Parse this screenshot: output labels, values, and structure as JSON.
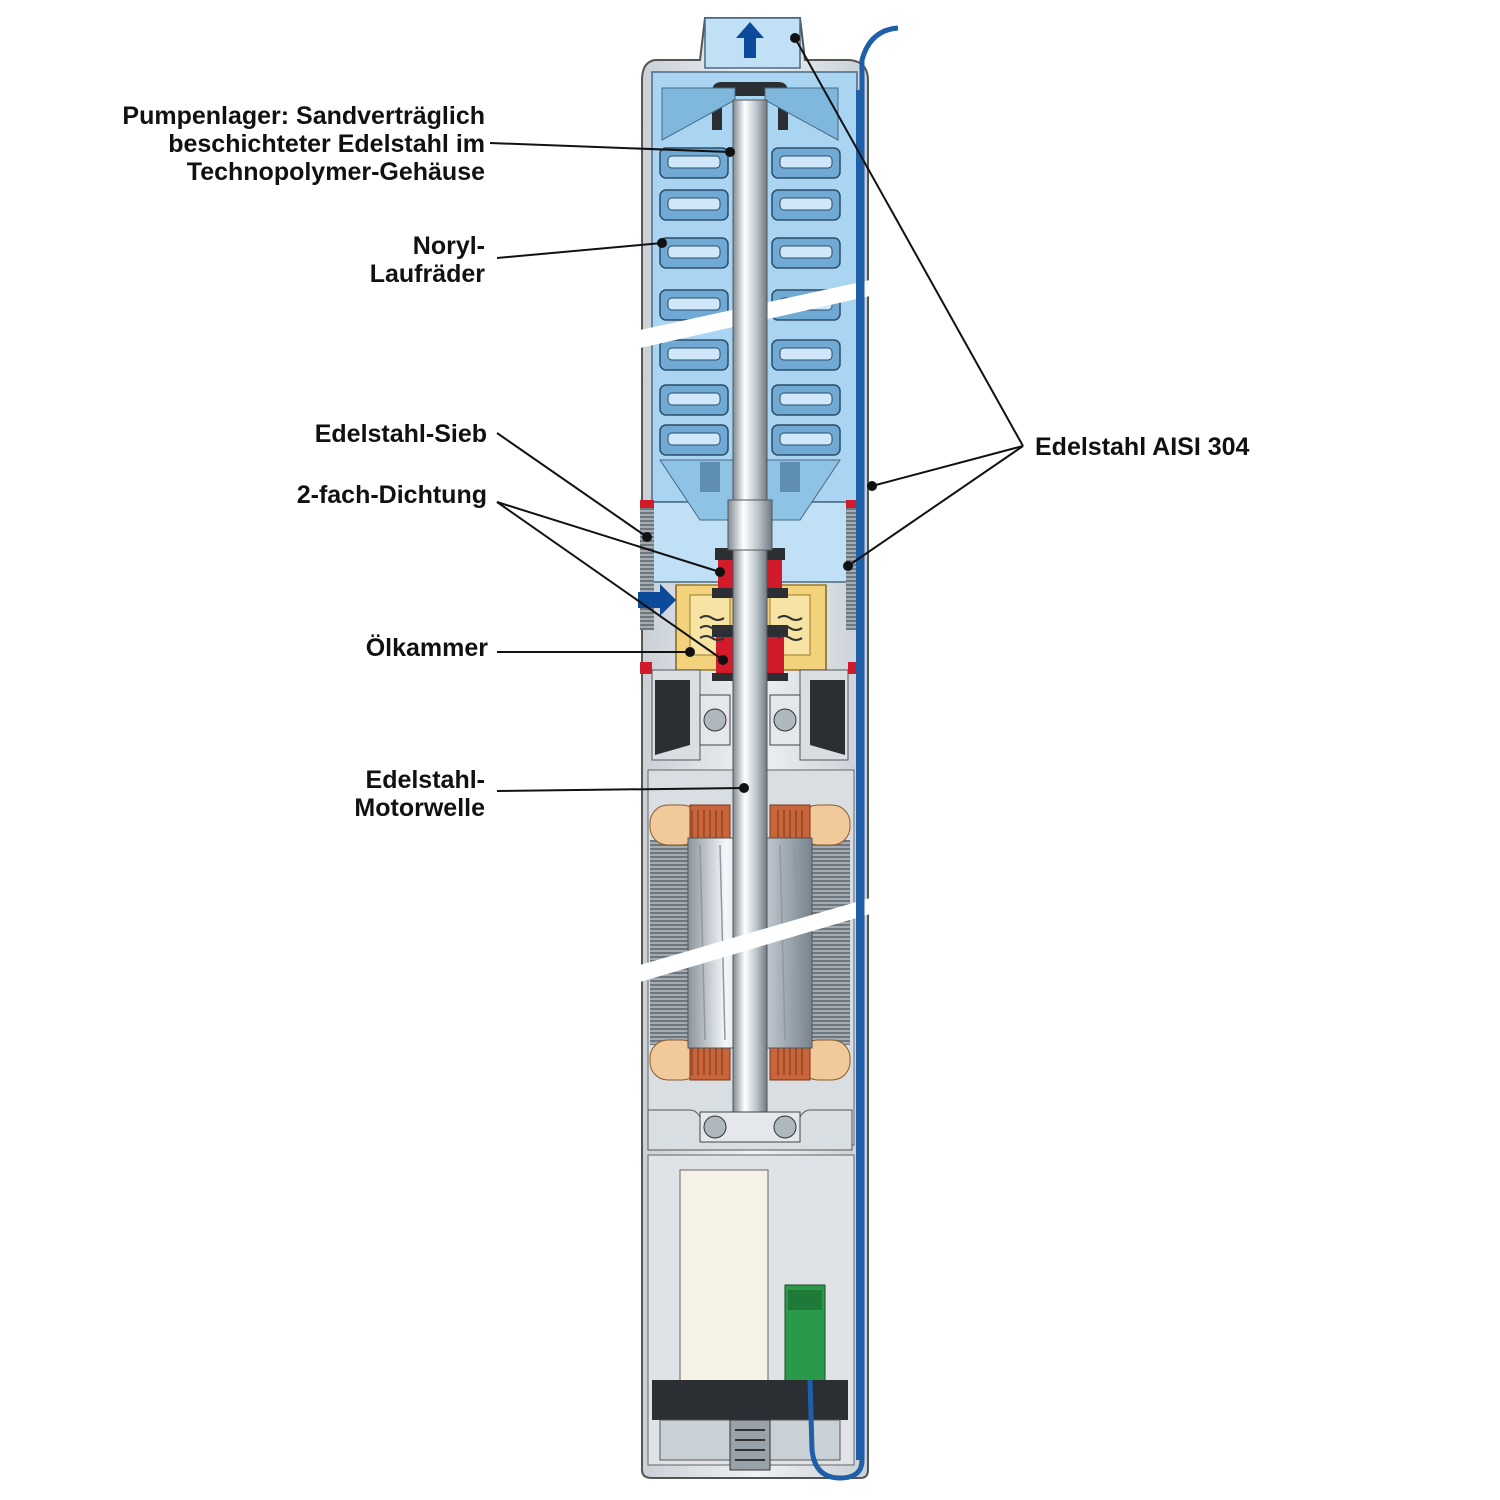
{
  "labels": {
    "pump_bearing": {
      "line1": "Pumpenlager: Sandverträglich",
      "line2": "beschichteter Edelstahl im",
      "line3": "Technopolymer-Gehäuse"
    },
    "impellers": {
      "line1": "Noryl-",
      "line2": "Laufräder"
    },
    "strainer": "Edelstahl-Sieb",
    "double_seal": "2-fach-Dichtung",
    "oil_chamber": "Ölkammer",
    "motor_shaft": {
      "line1": "Edelstahl-",
      "line2": "Motorwelle"
    },
    "stainless": "Edelstahl AISI 304"
  },
  "colors": {
    "water_blue": "#a9d4f2",
    "steel_grey": "#d9dee3",
    "cable_blue": "#1f5fa8",
    "arrow_blue": "#0d4a9a",
    "seal_red": "#d11a2a",
    "oil_yellow": "#f2d27a",
    "copper": "#c8653a",
    "capacitor_green": "#1f7a3a"
  }
}
